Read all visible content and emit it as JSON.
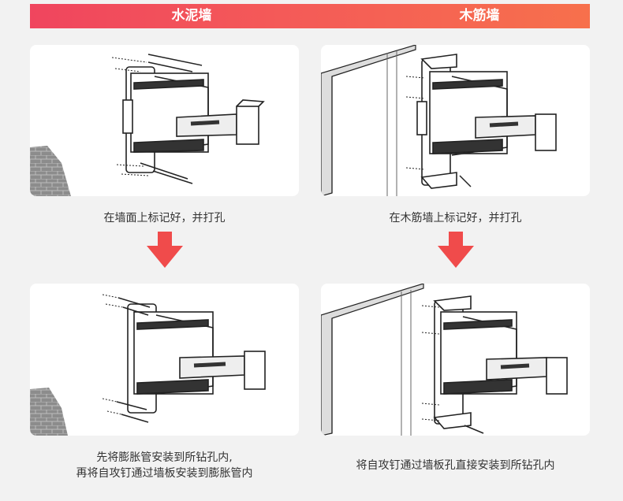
{
  "header": {
    "left_title": "水泥墙",
    "right_title": "木筋墙"
  },
  "steps": {
    "concrete_step1": "在墙面上标记好，并打孔",
    "wood_step1": "在木筋墙上标记好，并打孔",
    "concrete_step2_line1": "先将膨胀管安装到所钻孔内,",
    "concrete_step2_line2": "再将自攻钉通过墙板安装到膨胀管内",
    "wood_step2": "将自攻钉通过墙板孔直接安装到所钻孔内"
  },
  "colors": {
    "header_gradient_start": "#f0455e",
    "header_gradient_end": "#f7704c",
    "arrow": "#f04b4b",
    "caption_text": "#333333"
  },
  "icons": {
    "down_arrow": "down-arrow-icon"
  }
}
